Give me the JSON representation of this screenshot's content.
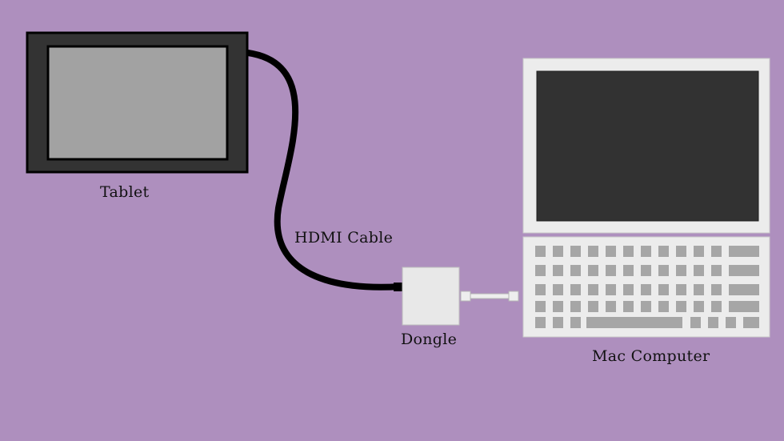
{
  "diagram": {
    "title": "",
    "colors": {
      "background": "#ae8fbe",
      "cable": "#000000",
      "tablet_bezel": "#333333",
      "tablet_screen": "#a2a2a2",
      "computer_body": "#ececec",
      "computer_screen": "#323232",
      "keys": "#a6a6a6",
      "dongle": "#e8e8e8"
    },
    "nodes": {
      "tablet": {
        "label": "Tablet"
      },
      "cable": {
        "label": "HDMI Cable"
      },
      "dongle": {
        "label": "Dongle"
      },
      "computer": {
        "label": "Mac Computer"
      }
    },
    "edges": [
      {
        "from": "tablet",
        "to": "dongle",
        "via": "HDMI Cable"
      },
      {
        "from": "dongle",
        "to": "computer"
      }
    ]
  }
}
